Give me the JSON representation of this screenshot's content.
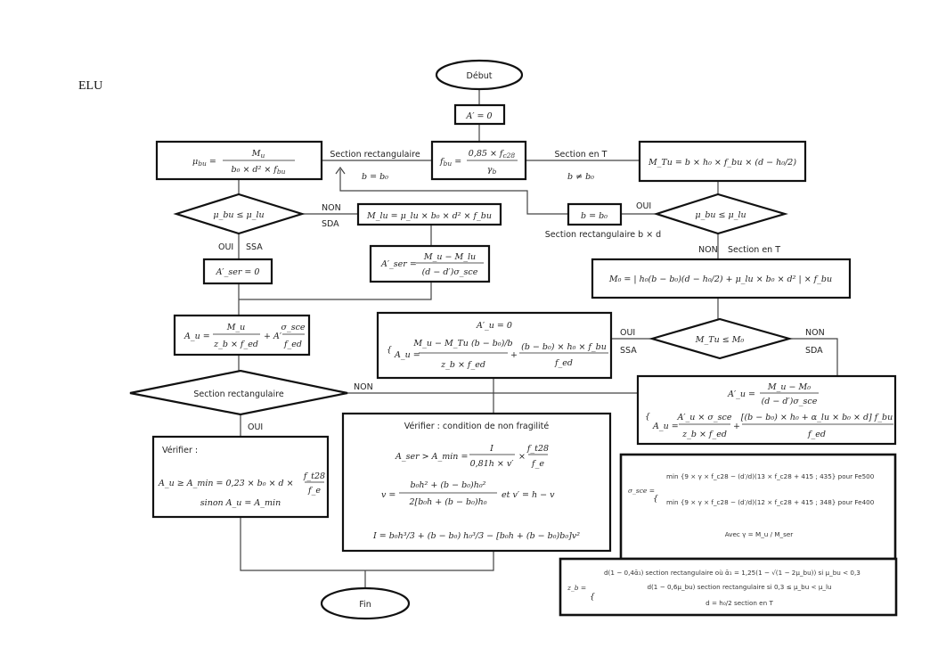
{
  "page_label": "ELU",
  "nodes": {
    "start": "Début",
    "end": "Fin",
    "a_prime_zero": "A′ = 0",
    "fbu": {
      "lhs": "f",
      "lhs_sub": "bu",
      "num": "0,85 × f",
      "num_sub": "c28",
      "den": "γ",
      "den_sub": "b"
    },
    "mu_bu": {
      "lhs": "μ",
      "lhs_sub": "bu",
      "num": "M",
      "num_sub": "u",
      "den": "b₀ × d² × f",
      "den_sub": "bu"
    },
    "mtu": {
      "text": "M_Tu = b × h₀ × f_bu × (d − h₀/2)"
    },
    "decision_mu_left": "μ_bu ≤ μ_lu",
    "mlu": "M_lu = μ_lu × b₀ × d² × f_bu",
    "a_ser_zero": "A′_ser = 0",
    "a_ser_formula": {
      "lhs": "A′_ser =",
      "num": "M_u − M_lu",
      "den": "(d − d′)σ_sce"
    },
    "b_equals_b0": "b = b₀",
    "decision_mu_right": "μ_bu ≤ μ_lu",
    "m0": "M₀ = | h₀(b − b₀)(d − h₀/2) + μ_lu × b₀ × d² | × f_bu",
    "au_left": {
      "lhs": "A_u =",
      "num": "M_u",
      "den": "z_b × f_ed",
      "plus": "+ A′",
      "frac2_num": "σ_sce",
      "frac2_den": "f_ed"
    },
    "decision_section": "Section rectangulaire",
    "au_ssa_t": {
      "line1": "A′_u = 0",
      "line2_lhs": "A_u =",
      "num": "M_u − M_Tu (b − b₀)/b",
      "den": "z_b × f_ed",
      "plus": "+",
      "num2": "(b − b₀) × h₀ × f_bu",
      "den2": "f_ed"
    },
    "decision_mtu": "M_Tu ≤ M₀",
    "au_sda_t": {
      "line1_lhs": "A′_u =",
      "line1_num": "M_u − M₀",
      "line1_den": "(d − d′)σ_sce",
      "line2_lhs": "A_u =",
      "num": "A′_u × σ_sce",
      "den": "z_b × f_ed",
      "plus": "+",
      "num2": "[(b − b₀) × h₀ + α_lu × b₀ × d] f_bu",
      "den2": "f_ed"
    },
    "verify_left": {
      "title": "Vérifier :",
      "line1": "A_u ≥ A_min = 0,23 × b₀ × d ×",
      "frac_num": "f_t28",
      "frac_den": "f_e",
      "line2": "sinon A_u = A_min"
    },
    "verify_mid": {
      "title": "Vérifier : condition de non fragilité",
      "l1_lhs": "A_ser > A_min =",
      "l1_num": "I",
      "l1_den": "0,81h × v′",
      "l1_times": "×",
      "l1_num2": "f_t28",
      "l1_den2": "f_e",
      "l2_lhs": "v =",
      "l2_num": "b₀h² + (b − b₀)h₀²",
      "l2_den": "2[b₀h + (b − b₀)h₀",
      "l2_rest": "et v′ = h − v",
      "l3": "I = b₀h³/3 + (b − b₀) h₀³/3 − [b₀h + (b − b₀)b₀]v²"
    },
    "sigma_sce": {
      "lhs": "σ_sce =",
      "line1": "min {9 × γ × f_c28 − (d′/d)(13 × f_c28 + 415 ; 435} pour Fe500",
      "line2": "min {9 × γ × f_c28 − (d′/d)(12 × f_c28 + 415 ; 348} pour Fe400",
      "avec": "Avec γ = M_u / M_ser"
    },
    "zb": {
      "lhs": "z_b =",
      "line1": "d(1 − 0,4ᾱ₁) section rectangulaire où ᾱ₁ = 1,25(1 − √(1 − 2μ_bu)) si μ_bu < 0,3",
      "line2": "d(1 − 0,6μ_bu) section rectangulaire si 0,3 ≤ μ_bu < μ_lu",
      "line3": "d = h₀/2 section en T"
    }
  },
  "edge_labels": {
    "section_rect": "Section rectangulaire",
    "b_eq_b0": "b = b₀",
    "section_t": "Section en T",
    "b_neq_b0": "b ≠ b₀",
    "non": "NON",
    "sda": "SDA",
    "oui": "OUI",
    "ssa": "SSA",
    "section_rect_bxd": "Section rectangulaire  b × d",
    "non_right": "NON",
    "section_t_right": "Section en T",
    "oui_mtu": "OUI",
    "ssa_mtu": "SSA",
    "non_mtu": "NON",
    "sda_mtu": "SDA",
    "non_section": "NON",
    "oui_section": "OUI"
  }
}
